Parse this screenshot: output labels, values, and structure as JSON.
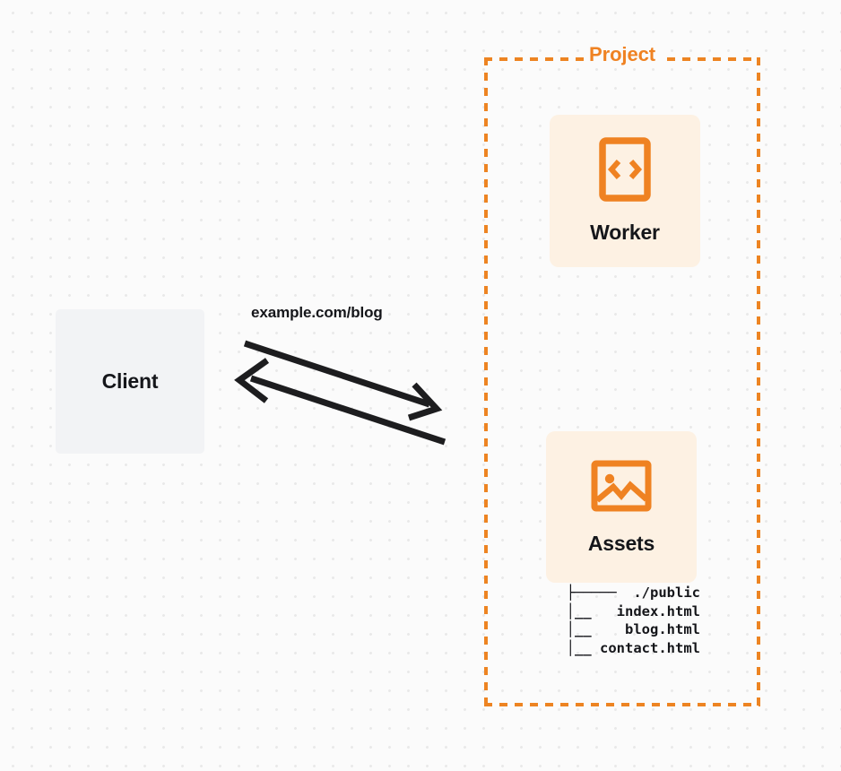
{
  "diagram": {
    "type": "architecture-flow",
    "background": {
      "style": "dot-grid",
      "dot_color": "#e9e9e9",
      "page_color": "#fbfbfb"
    },
    "accent_color": "#ef8222",
    "card_fill": "#fdf1e3",
    "client_fill": "#f2f3f5",
    "text_color": "#15161a"
  },
  "client": {
    "label": "Client",
    "icon": "plain-box"
  },
  "project": {
    "label": "Project",
    "border_style": "dashed",
    "border_color": "#ed8422"
  },
  "worker": {
    "label": "Worker",
    "icon": "code-brackets-icon"
  },
  "assets": {
    "label": "Assets",
    "icon": "image-picture-icon",
    "tree": {
      "lines": [
        "├─────  ./public",
        "   │__   index.html",
        "   │__    blog.html",
        "   │__ contact.html"
      ],
      "root": "./public",
      "files": [
        "index.html",
        "blog.html",
        "contact.html"
      ]
    }
  },
  "connections": [
    {
      "name": "request-arrow",
      "label": "example.com/blog",
      "from": "Client",
      "to": "Project",
      "direction": "right"
    },
    {
      "name": "response-arrow",
      "label": "",
      "from": "Project",
      "to": "Client",
      "direction": "left"
    }
  ]
}
